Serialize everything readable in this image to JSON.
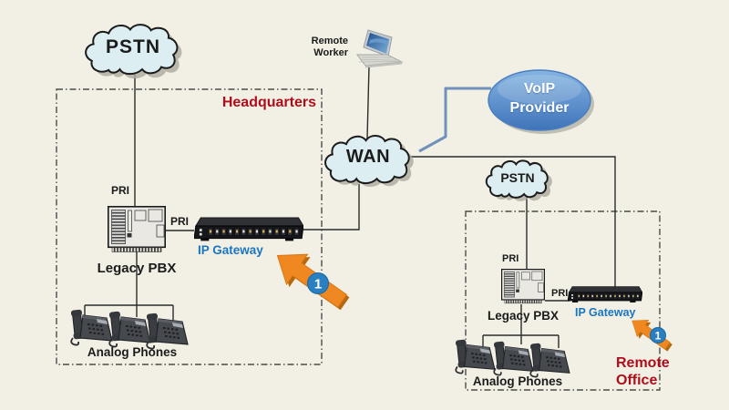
{
  "diagram": {
    "clouds": {
      "pstn_hq": "PSTN",
      "wan": "WAN",
      "pstn_remote": "PSTN"
    },
    "voip_provider": {
      "line1": "VoIP",
      "line2": "Provider"
    },
    "remote_worker": {
      "label": "Remote Worker"
    },
    "headquarters": {
      "label": "Headquarters",
      "pri_pstn": "PRI",
      "pri_gateway": "PRI",
      "legacy_pbx": "Legacy PBX",
      "ip_gateway": "IP Gateway",
      "analog_phones": "Analog Phones"
    },
    "remote_office": {
      "label": "Remote Office",
      "pri_pstn": "PRI",
      "pri_gateway": "PRI",
      "legacy_pbx": "Legacy PBX",
      "ip_gateway": "IP Gateway",
      "analog_phones": "Analog Phones"
    },
    "callout": {
      "badge": "1"
    },
    "colors": {
      "background": "#f2f0e4",
      "cloud_fill": "#dceef2",
      "voip_blue_top": "#7fb0e0",
      "voip_blue_bottom": "#4377bd",
      "voip_link": "#7191bd",
      "site_label_red": "#b00d1c",
      "gateway_label_blue": "#1a75c0",
      "arrow_orange": "#f08821",
      "badge_blue": "#2a7fc0"
    }
  }
}
